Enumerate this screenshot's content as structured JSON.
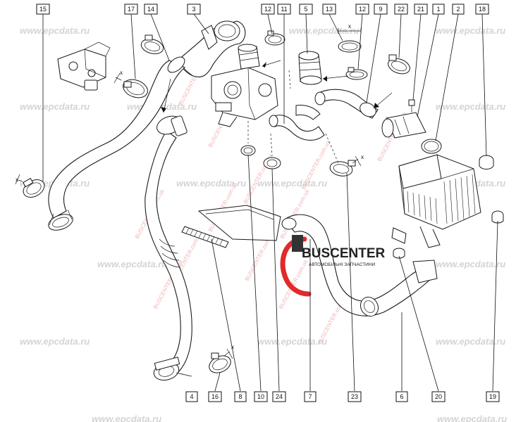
{
  "watermark": {
    "site": "www.epcdata.ru",
    "partner": "BUSCENTER.com.ua"
  },
  "brand": {
    "name": "BUSCENTER",
    "tagline": "АВТОМОБІЛЬНІ ЗАПЧАСТИНИ"
  },
  "dimension_label": "x",
  "callouts": [
    {
      "id": "c15",
      "label": "15"
    },
    {
      "id": "c17",
      "label": "17"
    },
    {
      "id": "c14",
      "label": "14"
    },
    {
      "id": "c3",
      "label": "3"
    },
    {
      "id": "c12a",
      "label": "12"
    },
    {
      "id": "c11",
      "label": "11"
    },
    {
      "id": "c5",
      "label": "5"
    },
    {
      "id": "c13",
      "label": "13"
    },
    {
      "id": "c12b",
      "label": "12"
    },
    {
      "id": "c9",
      "label": "9"
    },
    {
      "id": "c22",
      "label": "22"
    },
    {
      "id": "c21",
      "label": "21"
    },
    {
      "id": "c1",
      "label": "1"
    },
    {
      "id": "c2",
      "label": "2"
    },
    {
      "id": "c18",
      "label": "18"
    },
    {
      "id": "c4",
      "label": "4"
    },
    {
      "id": "c16",
      "label": "16"
    },
    {
      "id": "c8",
      "label": "8"
    },
    {
      "id": "c10",
      "label": "10"
    },
    {
      "id": "c24",
      "label": "24"
    },
    {
      "id": "c7",
      "label": "7"
    },
    {
      "id": "c23",
      "label": "23"
    },
    {
      "id": "c6",
      "label": "6"
    },
    {
      "id": "c20",
      "label": "20"
    },
    {
      "id": "c19",
      "label": "19"
    }
  ]
}
